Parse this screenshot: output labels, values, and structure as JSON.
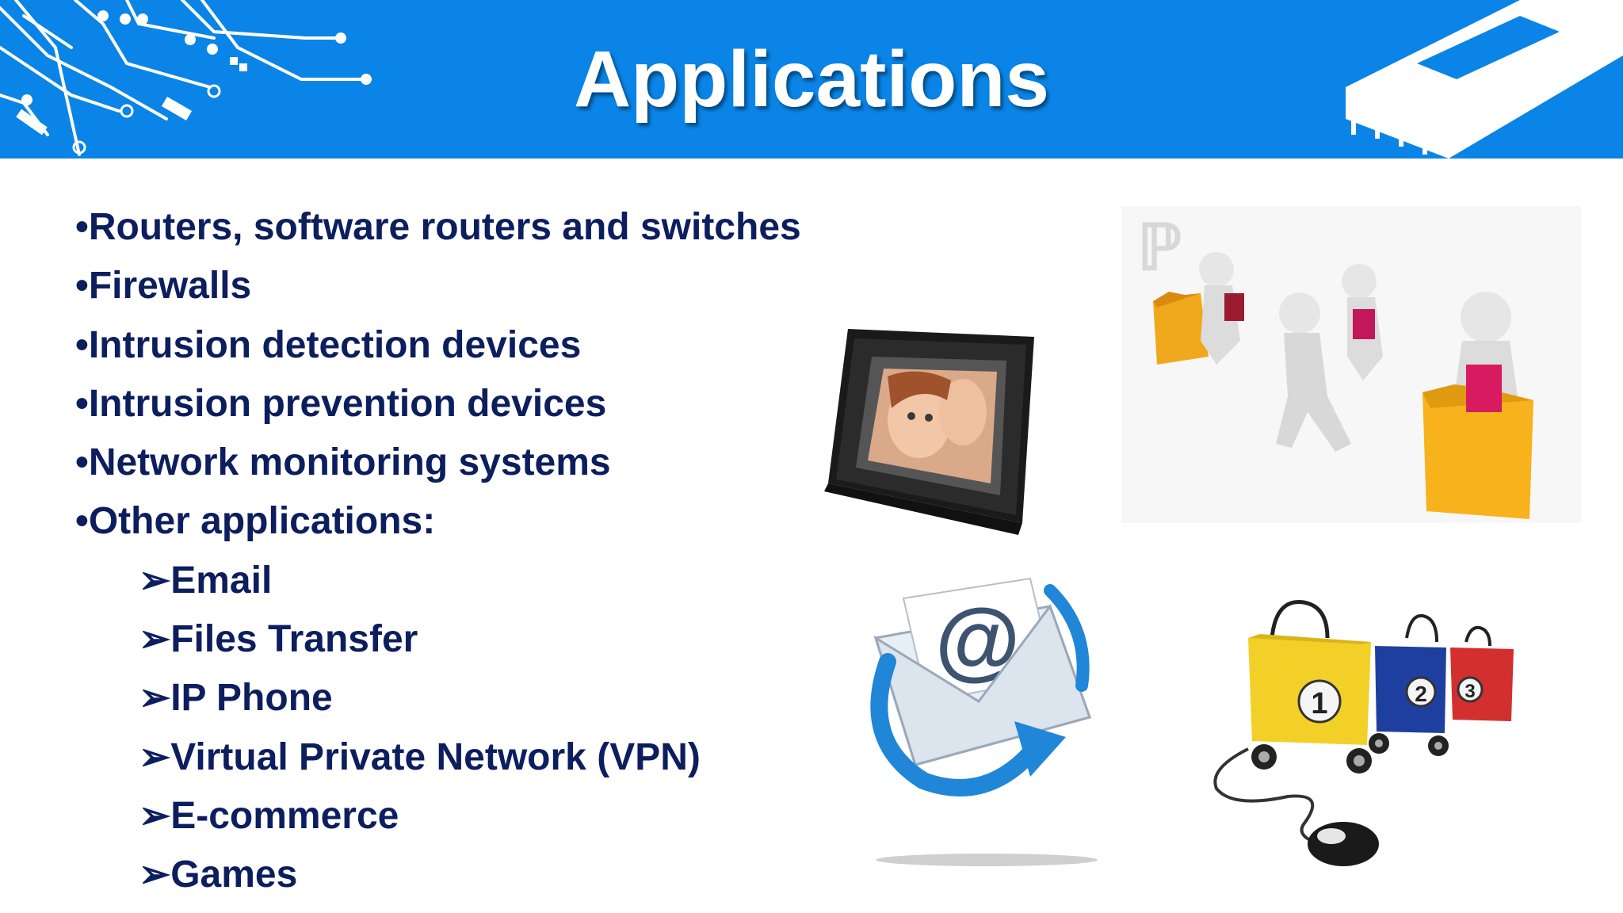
{
  "header": {
    "title": "Applications"
  },
  "bullets": [
    {
      "marker": "•",
      "text": "Routers, software routers and switches"
    },
    {
      "marker": "•",
      "text": "Firewalls"
    },
    {
      "marker": "•",
      "text": "Intrusion detection devices"
    },
    {
      "marker": "•",
      "text": "Intrusion prevention devices"
    },
    {
      "marker": "•",
      "text": "Network monitoring systems"
    },
    {
      "marker": "•",
      "text": "Other applications:"
    }
  ],
  "sub_bullets": [
    {
      "marker": "➢",
      "text": "Email"
    },
    {
      "marker": "➢",
      "text": "Files Transfer"
    },
    {
      "marker": "➢",
      "text": "IP Phone"
    },
    {
      "marker": "➢",
      "text": "Virtual Private Network (VPN)"
    },
    {
      "marker": "➢",
      "text": "E-commerce"
    },
    {
      "marker": "➢",
      "text": "Games"
    }
  ],
  "images": {
    "bag_numbers": [
      "1",
      "2",
      "3"
    ]
  },
  "colors": {
    "header_bg": "#0a84e6",
    "text": "#0d1e5e",
    "title": "#ffffff"
  }
}
